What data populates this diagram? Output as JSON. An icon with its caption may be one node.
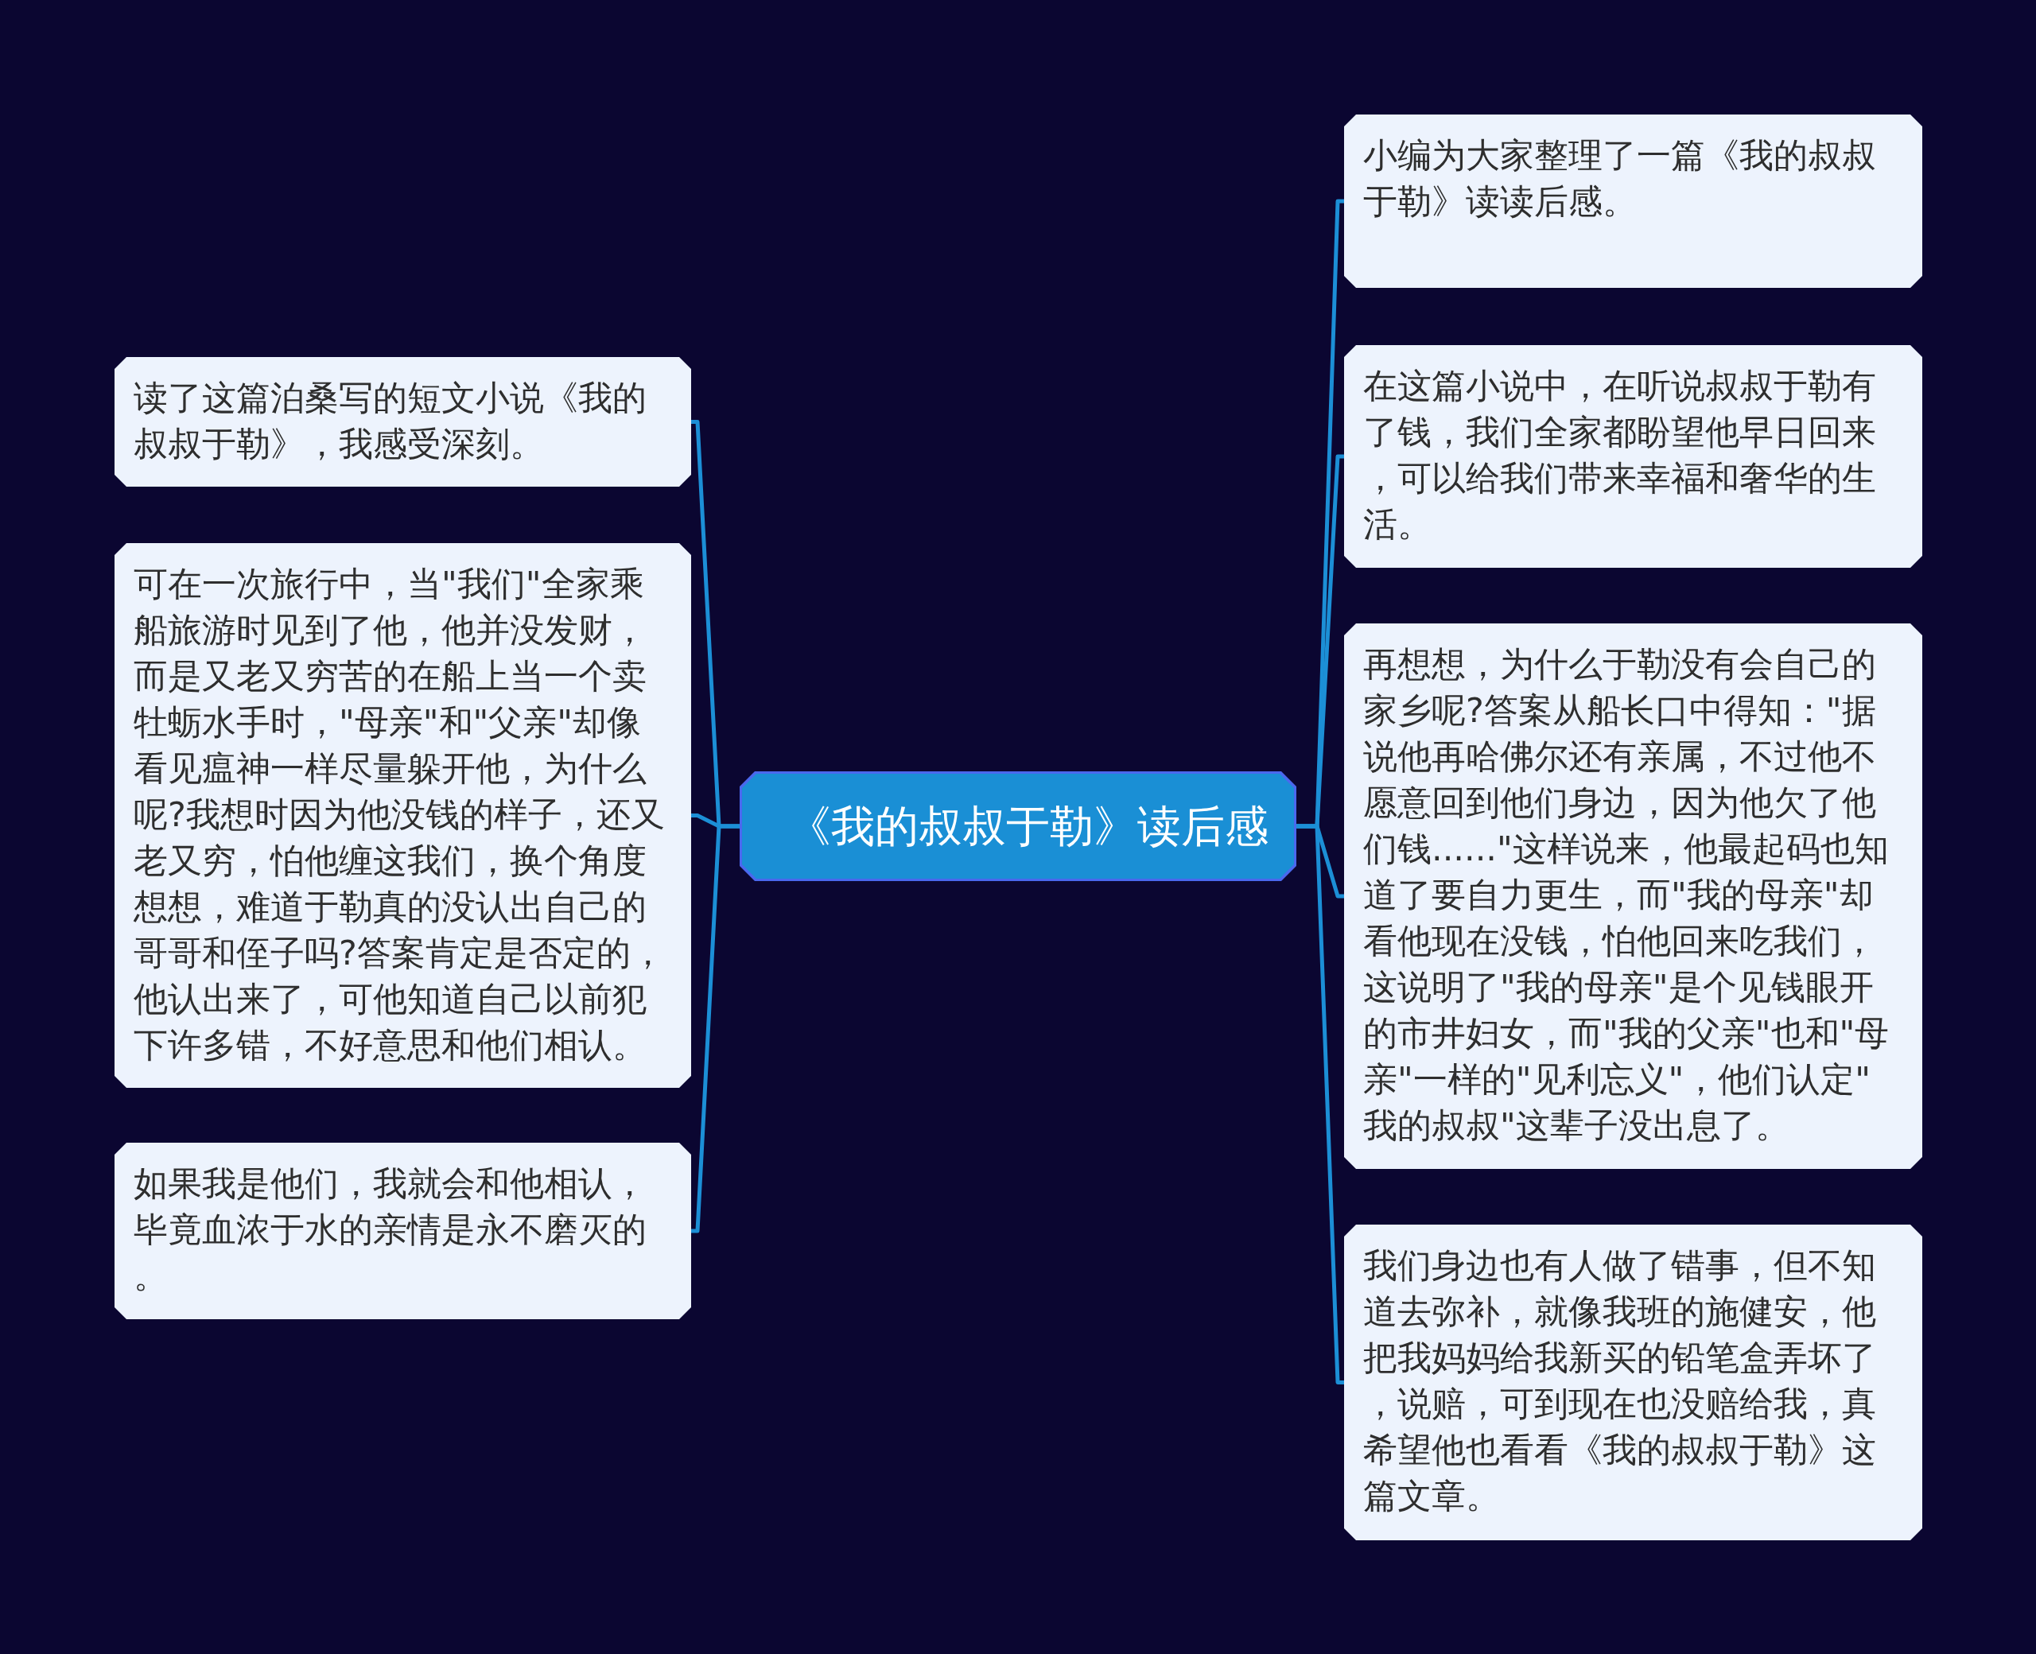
{
  "diagram": {
    "nodes": [
      {
        "text": [
          "《我的叔叔于勒》读后感"
        ]
      },
      {
        "text": [
          "读了这篇泊桑写的短文小说《我的叔叔于勒》，我感受深刻。"
        ]
      },
      {
        "text": [
          "可在一次旅行中，当\"我们\"全家乘船旅游时见到了他，他并没发财，而是又老又穷苦的在船上当一个卖牡蛎水手时，\"母亲\"和\"父亲\"却像看见瘟神一样尽量躲开他，为什么呢?我想时因为他没钱的样子，还又老又穷，怕他缠这我们，换个角度想想，难道于勒真的没认出自己的哥哥和侄子吗?答案肯定是否定的，他认出来了，可他知道自己以前犯下许多错，不好意思和他们相认。"
        ]
      },
      {
        "text": [
          "如果我是他们，我就会和他相认，毕竟血浓于水的亲情是永不磨灭的。"
        ]
      },
      {
        "text": [
          "小编为大家整理了一篇《我的叔叔于勒》读读后感。"
        ]
      },
      {
        "text": [
          "在这篇小说中，在听说叔叔于勒有了钱，我们全家都盼望他早日回来，可以给我们带来幸福和奢华的生活。"
        ]
      },
      {
        "text": [
          "再想想，为什么于勒没有会自己的家乡呢?答案从船长口中得知：\"据说他再哈佛尔还有亲属，不过他不愿意回到他们身边，因为他欠了他们钱......\"这样说来，他最起码也知道了要自力更生，而\"我的母亲\"却看他现在没钱，怕他回来吃我们，这说明了\"我的母亲\"是个见钱眼开的市井妇女，而\"我的父亲\"也和\"母亲\"一样的\"见利忘义\"，他们认定\"我的叔叔\"这辈子没出息了。"
        ]
      },
      {
        "text": [
          "我们身边也有人做了错事，但不知道去弥补，就像我班的施健安，他把我妈妈给我新买的铅笔盒弄坏了，说赔，可到现在也没赔给我，真希望他也看看《我的叔叔于勒》这篇文章。"
        ]
      }
    ],
    "edges": [
      {
        "from": 0,
        "to": 1,
        "arrow": "none"
      },
      {
        "from": 0,
        "to": 2,
        "arrow": "none"
      },
      {
        "from": 0,
        "to": 3,
        "arrow": "none"
      },
      {
        "from": 0,
        "to": 4,
        "arrow": "none"
      },
      {
        "from": 0,
        "to": 5,
        "arrow": "none"
      },
      {
        "from": 0,
        "to": 6,
        "arrow": "none"
      },
      {
        "from": 0,
        "to": 7,
        "arrow": "none"
      }
    ]
  }
}
